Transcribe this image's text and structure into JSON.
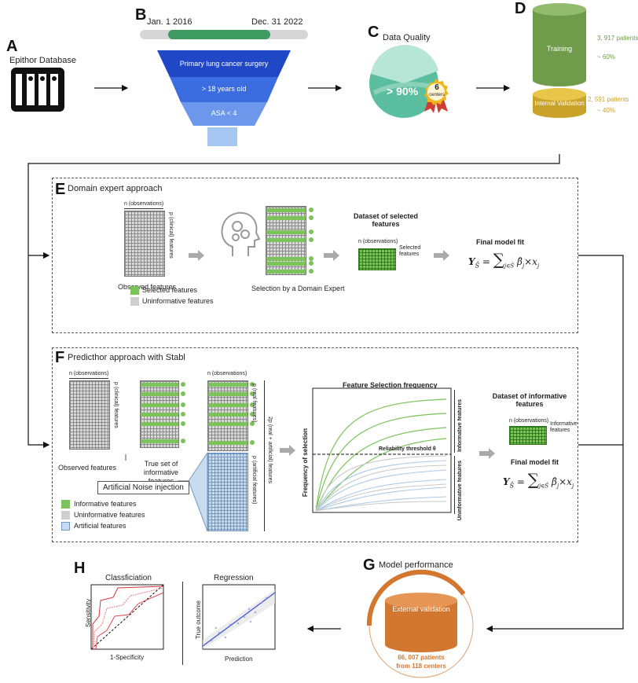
{
  "panels": {
    "a": {
      "letter": "A",
      "label": "Epithor Database"
    },
    "b": {
      "letter": "B",
      "date_start": "Jan. 1 2016",
      "date_end": "Dec. 31 2022",
      "funnel": [
        "Primary lung cancer surgery",
        "> 18 years old",
        "ASA < 4"
      ]
    },
    "c": {
      "letter": "C",
      "title": "Data Quality",
      "value": "> 90%",
      "badge_num": "6",
      "badge_text": "centers"
    },
    "d": {
      "letter": "D",
      "training_label": "Training",
      "training_count": "3, 917 patients",
      "training_pct": "~ 60%",
      "internal_label": "Internal Validation",
      "internal_count": "2, 591 patients",
      "internal_pct": "~ 40%"
    },
    "e": {
      "letter": "E",
      "title": "Domain expert approach",
      "n_obs": "n (observations)",
      "p_clin": "p (clinical) features",
      "observed": "Observed features",
      "selection": "Selection by a Domain Expert",
      "dataset_title": "Dataset of selected features",
      "selected_features": "Selected features",
      "final_fit": "Final model fit",
      "legend": [
        "Selected features",
        "Uninformative features"
      ]
    },
    "f": {
      "letter": "F",
      "title": "Predicthor approach with Stabl",
      "n_obs": "n (observations)",
      "p_clin": "p (clinical) features",
      "p_real": "p (real features)",
      "p_art": "p (artificial features)",
      "two_p": "2p (real + artificial) features",
      "observed": "Observed features",
      "true_set": "True set of informative features",
      "noise": "Artificial Noise injection",
      "chart_title": "Feature Selection frequency",
      "y_label": "Frequency of selection",
      "threshold": "Reliability threshold θ",
      "informative": "Informative features",
      "uninformative": "Uninformative features",
      "dataset_title": "Dataset of informative features",
      "dataset_side": "Informative features",
      "final_fit": "Final model fit",
      "legend": [
        "Informative features",
        "Uninformative features",
        "Artificial features"
      ]
    },
    "g": {
      "letter": "G",
      "title": "Model performance",
      "cyl_label": "External validation",
      "patients": "66, 007 patients",
      "centers": "from 118 centers"
    },
    "h": {
      "letter": "H",
      "class_title": "Classficiation",
      "class_x": "1-Specificity",
      "class_y": "Sensitivity",
      "reg_title": "Regression",
      "reg_x": "Prediction",
      "reg_y": "True outcome"
    }
  },
  "colors": {
    "green": "#7cc35b",
    "dark_green": "#6f9b4a",
    "gold": "#c9a22a",
    "orange": "#d2772f",
    "blue_funnel": "#2458d6",
    "teal": "#5bbf9f",
    "artificial_blue": "#c9dcef"
  },
  "icons": [
    "database-icon",
    "head-gears-icon",
    "ribbon-badge-icon"
  ]
}
